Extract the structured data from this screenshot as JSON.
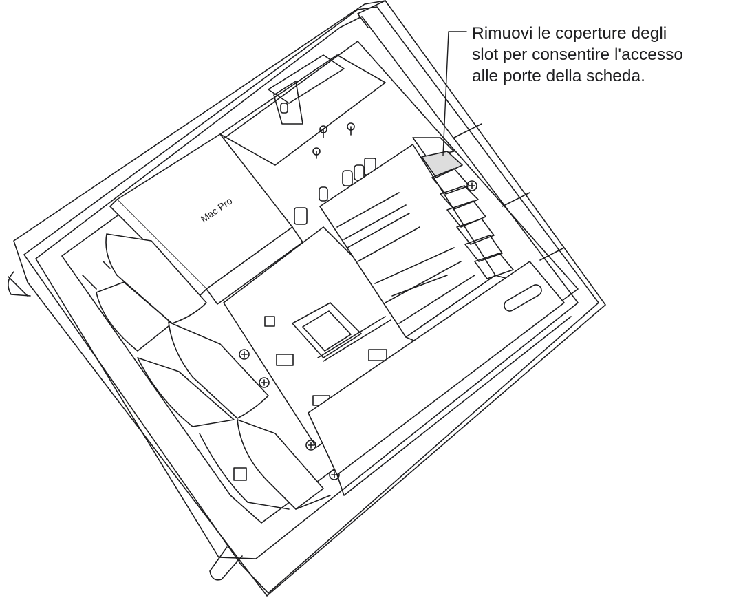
{
  "callout": {
    "lines": [
      "Rimuovi le coperture degli",
      "slot per consentire l'accesso",
      "alle porte della scheda."
    ]
  },
  "module": {
    "logo": "Mac Pro"
  }
}
